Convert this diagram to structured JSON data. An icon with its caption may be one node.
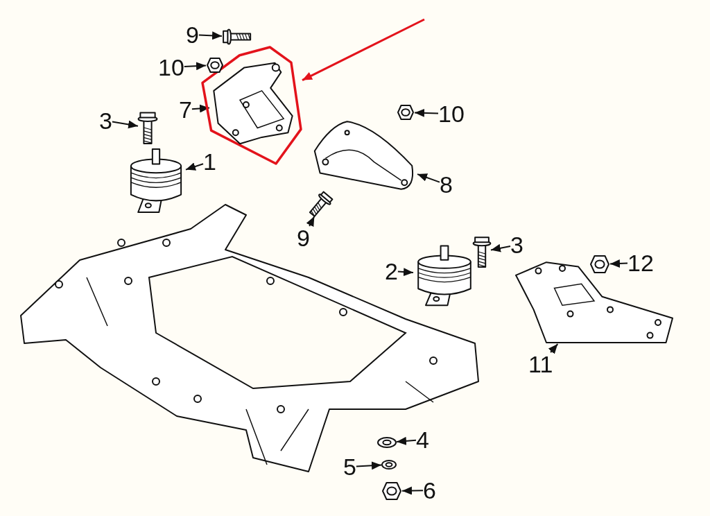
{
  "diagram": {
    "nodes": [
      {
        "text": [],
        "shape": "polygon"
      },
      {
        "text": [
          "9"
        ]
      },
      {
        "text": [
          "10"
        ]
      },
      {
        "text": [
          "7"
        ]
      },
      {
        "text": [
          "3"
        ]
      },
      {
        "text": [
          "1"
        ]
      },
      {
        "text": [
          "10"
        ]
      },
      {
        "text": [
          "8"
        ]
      },
      {
        "text": [
          "9"
        ]
      },
      {
        "text": [
          "3"
        ]
      },
      {
        "text": [
          "2"
        ]
      },
      {
        "text": [
          "12"
        ]
      },
      {
        "text": [
          "11"
        ]
      },
      {
        "text": [
          "4"
        ]
      },
      {
        "text": [
          "5"
        ]
      },
      {
        "text": [
          "6"
        ]
      },
      {
        "text": [],
        "shape": "picture"
      },
      {
        "text": [],
        "shape": "picture"
      },
      {
        "text": [],
        "shape": "picture",
        "in": 0
      },
      {
        "text": [],
        "shape": "picture"
      },
      {
        "text": [],
        "shape": "picture"
      },
      {
        "text": [],
        "shape": "picture"
      },
      {
        "text": [],
        "shape": "picture"
      },
      {
        "text": [],
        "shape": "picture"
      },
      {
        "text": [],
        "shape": "picture"
      },
      {
        "text": [],
        "shape": "picture"
      },
      {
        "text": [],
        "shape": "picture"
      },
      {
        "text": [],
        "shape": "picture"
      },
      {
        "text": [],
        "shape": "picture"
      },
      {
        "text": [],
        "shape": "picture"
      },
      {
        "text": [],
        "shape": "picture"
      }
    ],
    "edges": [
      {
        "from": null,
        "to": 0,
        "arrow": "to",
        "color": "#e3131b"
      },
      {
        "from": 1,
        "to": 16,
        "arrow": "to"
      },
      {
        "from": 2,
        "to": 17,
        "arrow": "to"
      },
      {
        "from": 3,
        "to": 18,
        "arrow": "to"
      },
      {
        "from": 4,
        "to": 19,
        "arrow": "to"
      },
      {
        "from": 5,
        "to": 20,
        "arrow": "to"
      },
      {
        "from": 6,
        "to": 21,
        "arrow": "to"
      },
      {
        "from": 7,
        "to": 22,
        "arrow": "to"
      },
      {
        "from": 8,
        "to": 23,
        "arrow": "to"
      },
      {
        "from": 9,
        "to": 24,
        "arrow": "to"
      },
      {
        "from": 10,
        "to": 25,
        "arrow": "to"
      },
      {
        "from": 11,
        "to": 26,
        "arrow": "to"
      },
      {
        "from": 12,
        "to": 27,
        "arrow": "to"
      },
      {
        "from": 13,
        "to": 28,
        "arrow": "to"
      },
      {
        "from": 14,
        "to": 29,
        "arrow": "to"
      },
      {
        "from": 15,
        "to": 30,
        "arrow": "to"
      }
    ]
  }
}
